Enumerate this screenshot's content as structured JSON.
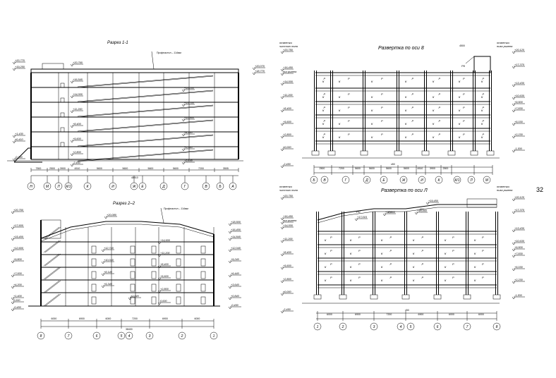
{
  "sheet": {
    "page_number": "32"
  },
  "section_1": {
    "title": "Разрез 1-1",
    "roof_note": "Профнастил – 114мм",
    "levels_left": [
      "+20,770",
      "+19,250",
      "+1,430",
      "±0,410",
      "-0,260"
    ],
    "levels_right": [
      "+20,070",
      "+18,770"
    ],
    "levels_inner": [
      "+20,760",
      "+16,540",
      "+14,000",
      "+11,200",
      "+8,400",
      "+5,600",
      "+2,800",
      "±0,000",
      "-2,450"
    ],
    "levels_ramp": [
      "+16,240",
      "+13,740",
      "+10,940",
      "+8,140",
      "+5,340",
      "+2,540"
    ],
    "dims": [
      "7500",
      "2500",
      "3900",
      "4510",
      "5600",
      "5600",
      "5600",
      "5600",
      "7200",
      "3505"
    ],
    "total": "48510",
    "axes": [
      "Н",
      "М",
      "Л",
      "К/1",
      "К",
      "И",
      "Ж",
      "Е",
      "Д",
      "Г",
      "В",
      "Б",
      "А"
    ]
  },
  "section_2": {
    "title": "Разрез 2–2",
    "roof_note": "Профнастил – 114мм",
    "levels_left": [
      "+20,750",
      "+17,600",
      "+15,400",
      "+12,600",
      "+9,800",
      "+7,000",
      "+4,200",
      "+1,400",
      "0,000",
      "-0,450"
    ],
    "levels_right": [
      "+18,500",
      "+16,400",
      "+14,840",
      "+12,040",
      "+9,240",
      "+6,440",
      "+3,640",
      "+0,840",
      "-0,450"
    ],
    "levels_inner": [
      "+20,080",
      "+14,600",
      "+12,740",
      "+11,200",
      "+10,040",
      "+8,400",
      "+8,140",
      "+5,600",
      "+5,340",
      "+2,800",
      "+2,540",
      "0,000"
    ],
    "dims": [
      "6000",
      "6900",
      "6000",
      "7200",
      "6900",
      "6000"
    ],
    "total": "38400",
    "axes": [
      "8",
      "7",
      "6",
      "5",
      "4",
      "3",
      "2",
      "1"
    ]
  },
  "razvertka_8": {
    "title": "Развертка по оси 8",
    "mark_left_top": "отметки",
    "mark_left_bottom": "чистого пола",
    "mark_right_top": "отметки",
    "mark_right_bottom": "низа ригеля",
    "levels_left": [
      "+20,750",
      "+16,450",
      "низ ригеля",
      "+14,000",
      "+11,200",
      "+8,400",
      "+5,600",
      "+2,800",
      "±0,000",
      "-2,450"
    ],
    "levels_right": [
      "+20,120",
      "+17,370",
      "+13,430",
      "+10,630",
      "+9,500",
      "+7,830",
      "+5,030",
      "+2,230",
      "-1,300"
    ],
    "rigel_labels": [
      "Р",
      "К",
      "РК",
      "Р"
    ],
    "dims": [
      "2500",
      "7200",
      "5600",
      "5600",
      "5600",
      "5600",
      "4510",
      "3900",
      "2500"
    ],
    "total": "x50",
    "top_dim": "4500",
    "axes": [
      "Б",
      "В",
      "Г",
      "Д",
      "Е",
      "Ж",
      "И",
      "К",
      "К/1",
      "Л",
      "М"
    ]
  },
  "razvertka_l": {
    "title": "Развертка по оси Л",
    "mark_left_top": "отметки",
    "mark_left_bottom": "чистого пола",
    "mark_right_top": "отметки",
    "mark_right_bottom": "низа ригеля",
    "levels_left": [
      "+20,750",
      "+16,450",
      "низ ригеля",
      "+14,000",
      "+11,200",
      "+8,400",
      "+5,600",
      "+2,800",
      "±0,000",
      "-2,450"
    ],
    "levels_right": [
      "+20,120",
      "+17,370",
      "+13,430",
      "+10,630",
      "+9,500",
      "+7,830",
      "+5,030",
      "+2,230",
      "-1,300"
    ],
    "roof_levels": [
      "+19,450",
      "+17,015",
      "+18,360",
      "+18,460"
    ],
    "rigel_labels": [
      "Р",
      "К",
      "РН",
      "Р"
    ],
    "dims": [
      "6000",
      "6900",
      "7200",
      "6900",
      "6000",
      "6000"
    ],
    "total": "x50",
    "axes": [
      "1",
      "2",
      "3",
      "4",
      "5",
      "6",
      "7",
      "8"
    ]
  }
}
